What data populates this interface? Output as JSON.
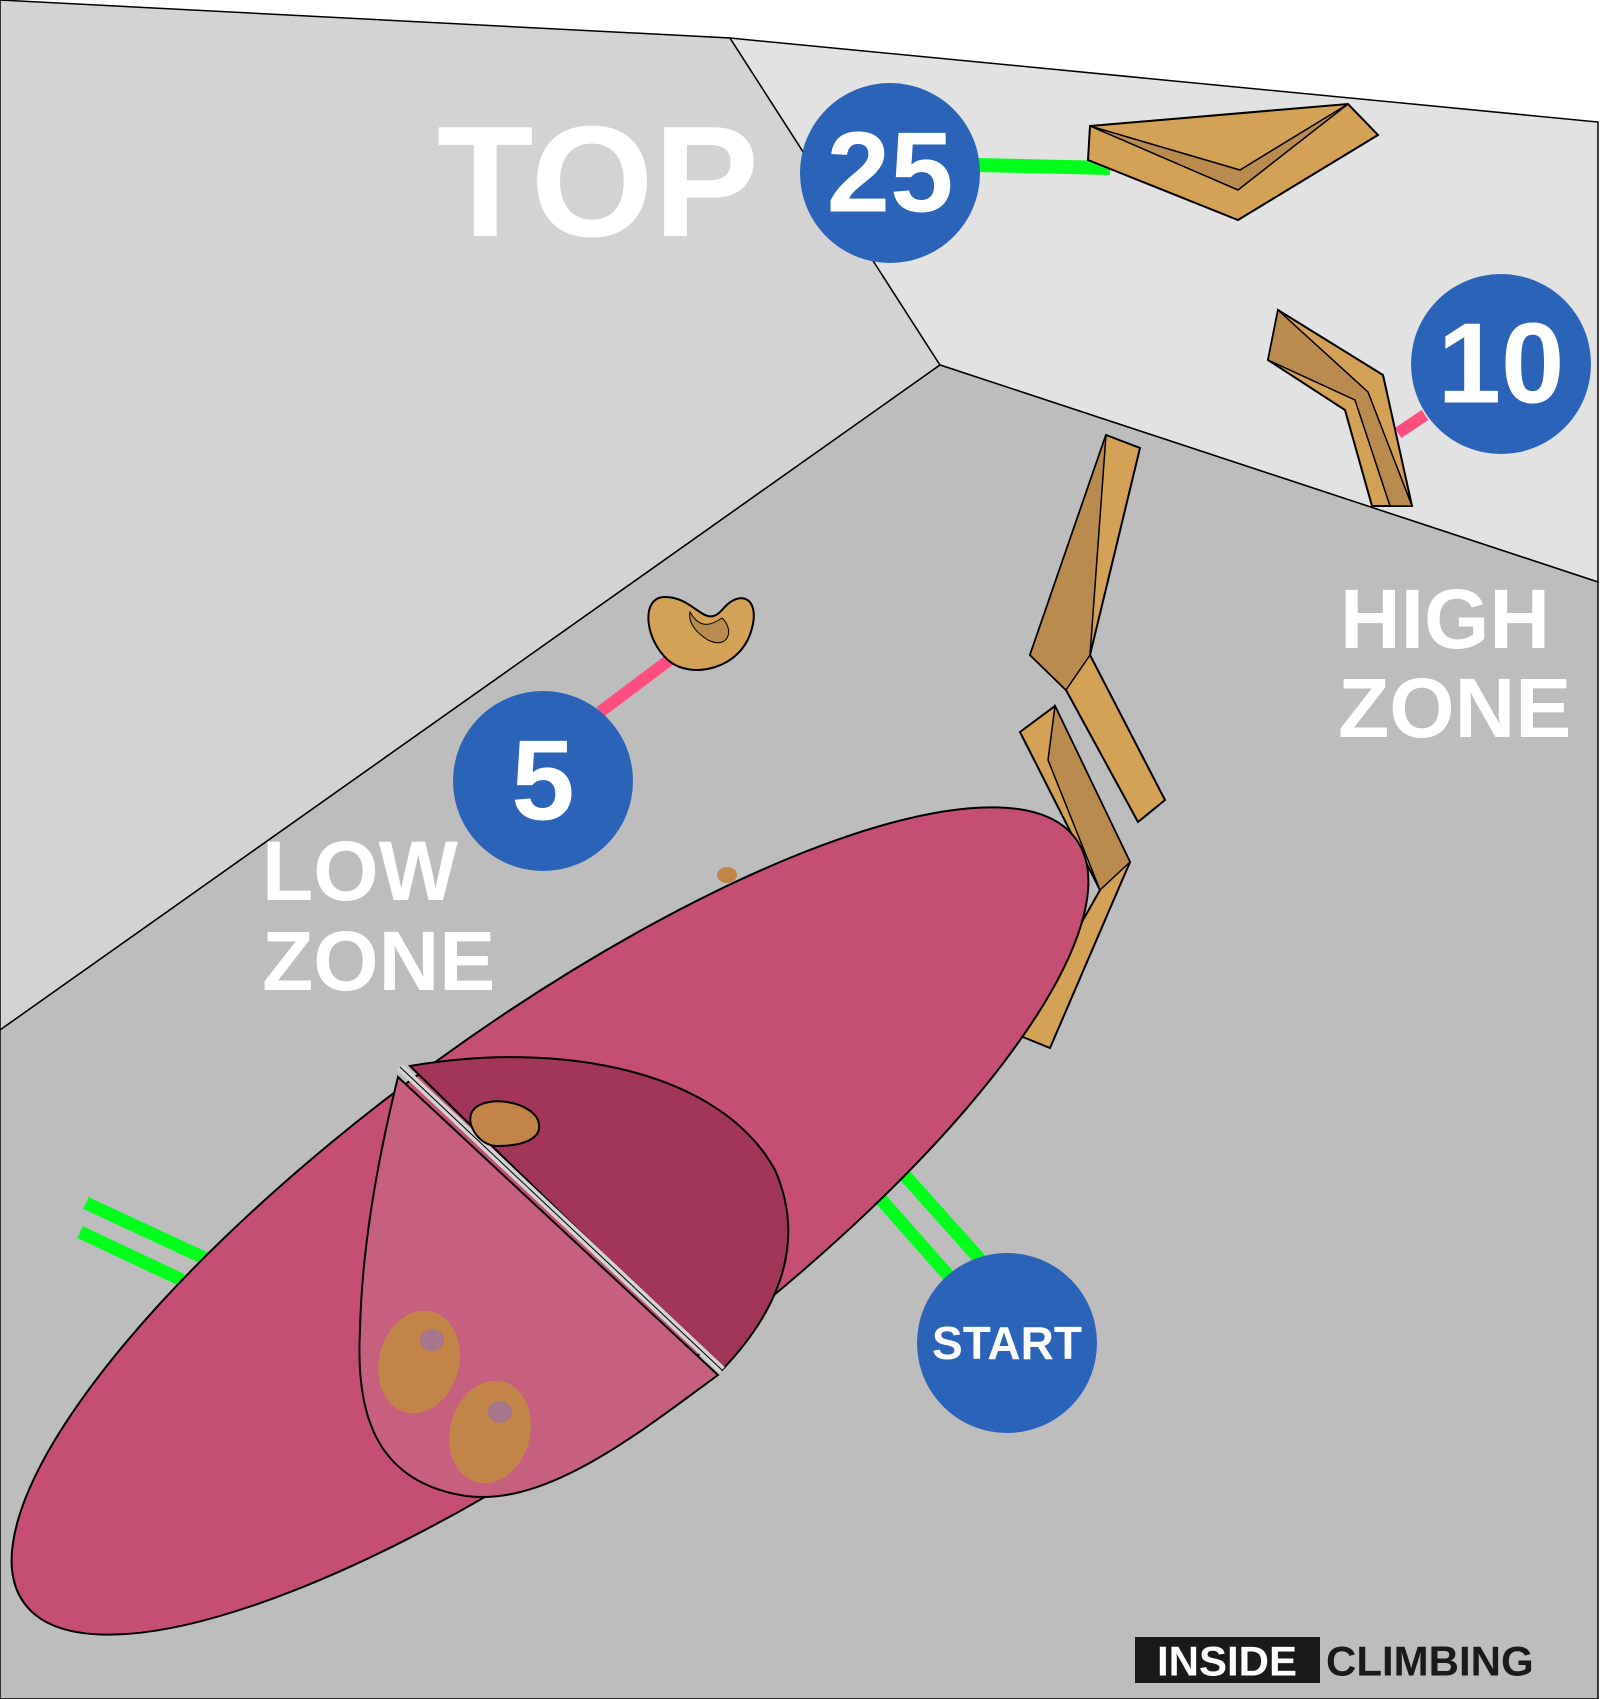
{
  "labels": {
    "top": "TOP",
    "high_zone_line1": "HIGH",
    "high_zone_line2": "ZONE",
    "low_zone_line1": "LOW",
    "low_zone_line2": "ZONE"
  },
  "markers": {
    "top_score": "25",
    "high_score": "10",
    "low_score": "5",
    "start": "START"
  },
  "brand": {
    "left": "INSIDE",
    "right": "CLIMBING"
  },
  "colors": {
    "wall_light": "#e2e2e3",
    "wall_mid": "#d3d3d4",
    "wall_dark": "#bdbdbe",
    "marker": "#2a63b8",
    "green_line": "#00ff1a",
    "pink_line": "#ff4d80",
    "volume_main": "#c44f73",
    "volume_light": "#c75f7e",
    "volume_dark": "#a13659",
    "hold_tan": "#d4a256",
    "hold_shadow": "#b98b4f",
    "hold_orange": "#c3844a"
  }
}
